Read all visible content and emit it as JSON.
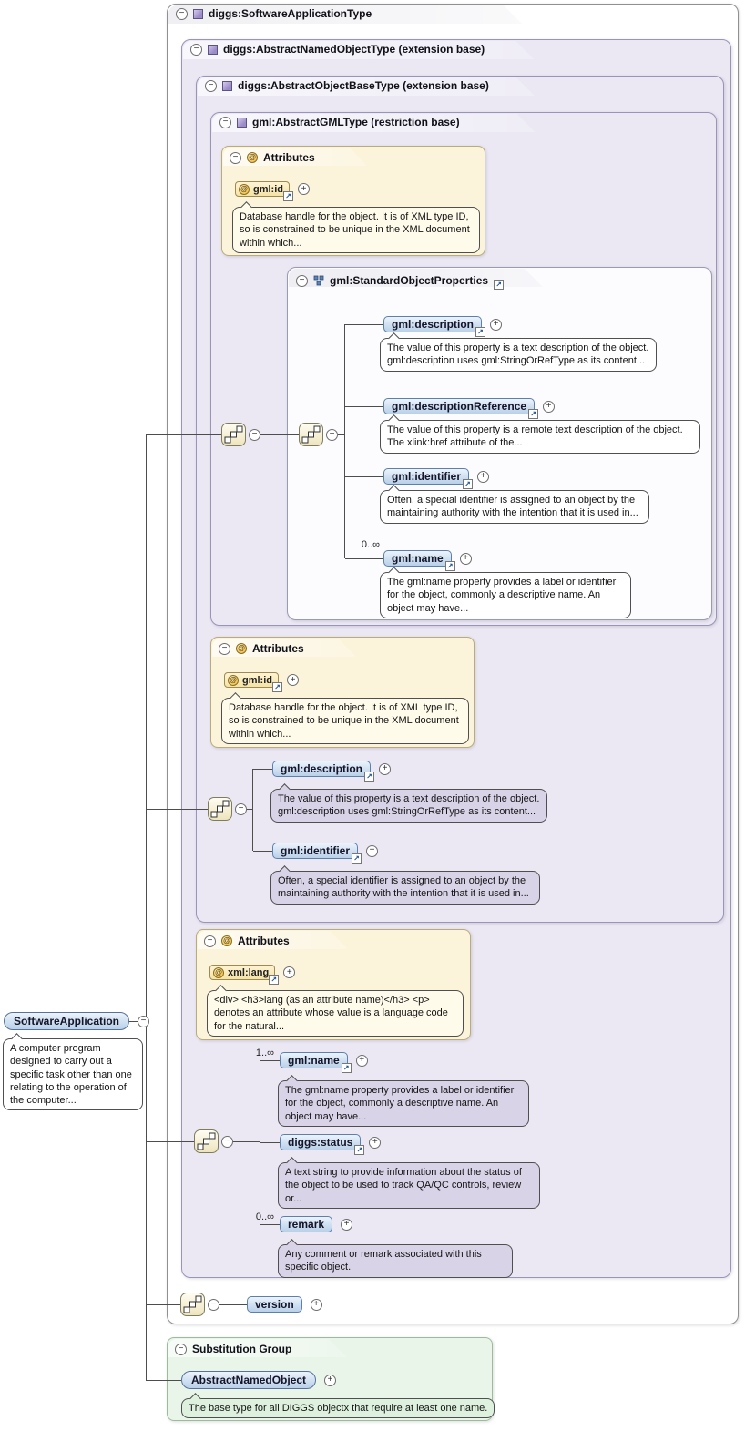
{
  "root": {
    "title": "diggs:SoftwareApplicationType",
    "sequence": {
      "version": {
        "label": "version"
      }
    }
  },
  "named_type": {
    "title": "diggs:AbstractNamedObjectType (extension base)",
    "attributes": {
      "header": "Attributes",
      "xml_lang": {
        "label": "xml:lang",
        "desc": "<div> <h3>lang (as an attribute name)</h3> <p> denotes an attribute whose value is a language code for the natural..."
      }
    },
    "sequence": {
      "gml_name": {
        "cardinality": "1..∞",
        "label": "gml:name",
        "desc": "The gml:name property provides a label or identifier for the object, commonly a descriptive name. An object may have..."
      },
      "diggs_status": {
        "label": "diggs:status",
        "desc": "A text string to provide information about the status of the object to be used to track QA/QC controls, review or..."
      },
      "remark": {
        "cardinality": "0..∞",
        "label": "remark",
        "desc": "Any comment or remark associated with this specific object."
      }
    }
  },
  "object_base_type": {
    "title": "diggs:AbstractObjectBaseType (extension base)",
    "attributes": {
      "header": "Attributes",
      "gml_id": {
        "label": "gml:id",
        "desc": "Database handle for the object. It is of XML type ID, so is constrained to be unique in the XML document within which..."
      }
    },
    "sequence": {
      "gml_description": {
        "label": "gml:description",
        "desc": "The value of this property is a text description of the object. gml:description uses gml:StringOrRefType as its content..."
      },
      "gml_identifier": {
        "label": "gml:identifier",
        "desc": "Often, a special identifier is assigned to an object by the maintaining authority with the intention that it is used in..."
      }
    }
  },
  "gml_type": {
    "title": "gml:AbstractGMLType (restriction base)",
    "attributes": {
      "header": "Attributes",
      "gml_id": {
        "label": "gml:id",
        "desc": "Database handle for the object. It is of XML type ID, so is constrained to be unique in the XML document within which..."
      }
    },
    "group": {
      "title": "gml:StandardObjectProperties",
      "sequence": {
        "gml_description": {
          "label": "gml:description",
          "desc": "The value of this property is a text description of the object. gml:description uses gml:StringOrRefType as its content..."
        },
        "gml_description_reference": {
          "label": "gml:descriptionReference",
          "desc": "The value of this property is a remote text description of the object. The xlink:href attribute of the..."
        },
        "gml_identifier": {
          "label": "gml:identifier",
          "desc": "Often, a special identifier is assigned to an object by the maintaining authority with the intention that it is used in..."
        },
        "gml_name": {
          "cardinality": "0..∞",
          "label": "gml:name",
          "desc": "The gml:name property provides a label or identifier for the object, commonly a descriptive name. An object may have..."
        }
      }
    }
  },
  "element": {
    "label": "SoftwareApplication",
    "desc": "A computer program designed to carry out a specific task other than one relating to the operation of the computer..."
  },
  "substitution_group": {
    "title": "Substitution Group",
    "member": "AbstractNamedObject",
    "desc": "The base type for all DIGGS objectx that require at least one name."
  },
  "icons": {
    "collapse": "−",
    "expand": "+",
    "link": "↗",
    "attribute": "@"
  }
}
